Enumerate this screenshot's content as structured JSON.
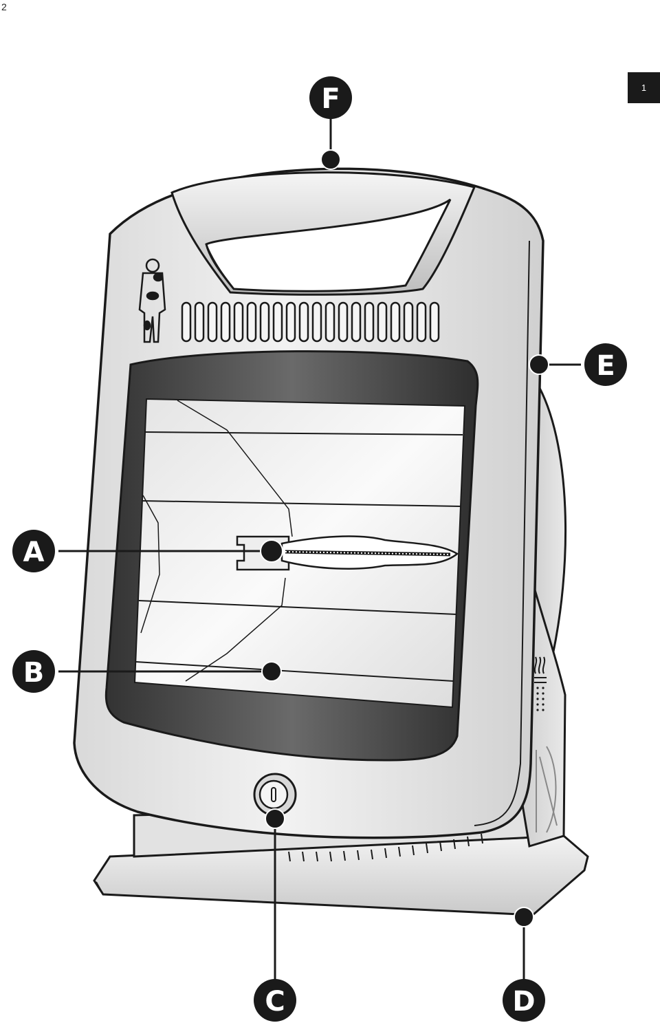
{
  "page": {
    "number": "2",
    "figure_number": "1"
  },
  "callouts": [
    {
      "id": "F",
      "label": "F"
    },
    {
      "id": "E",
      "label": "E"
    },
    {
      "id": "A",
      "label": "A"
    },
    {
      "id": "B",
      "label": "B"
    },
    {
      "id": "C",
      "label": "C"
    },
    {
      "id": "D",
      "label": "D"
    }
  ],
  "icons": {
    "body_figure": "human-body-icon",
    "heat_waves": "heat-waves-icon",
    "power": "power-symbol-icon",
    "safety_mark": "no-cover-warning-icon"
  },
  "colors": {
    "outline": "#1a1a1a",
    "body": "#e6e6e6",
    "window_frame": "#4a4a4a",
    "callout": "#1a1a1a"
  }
}
